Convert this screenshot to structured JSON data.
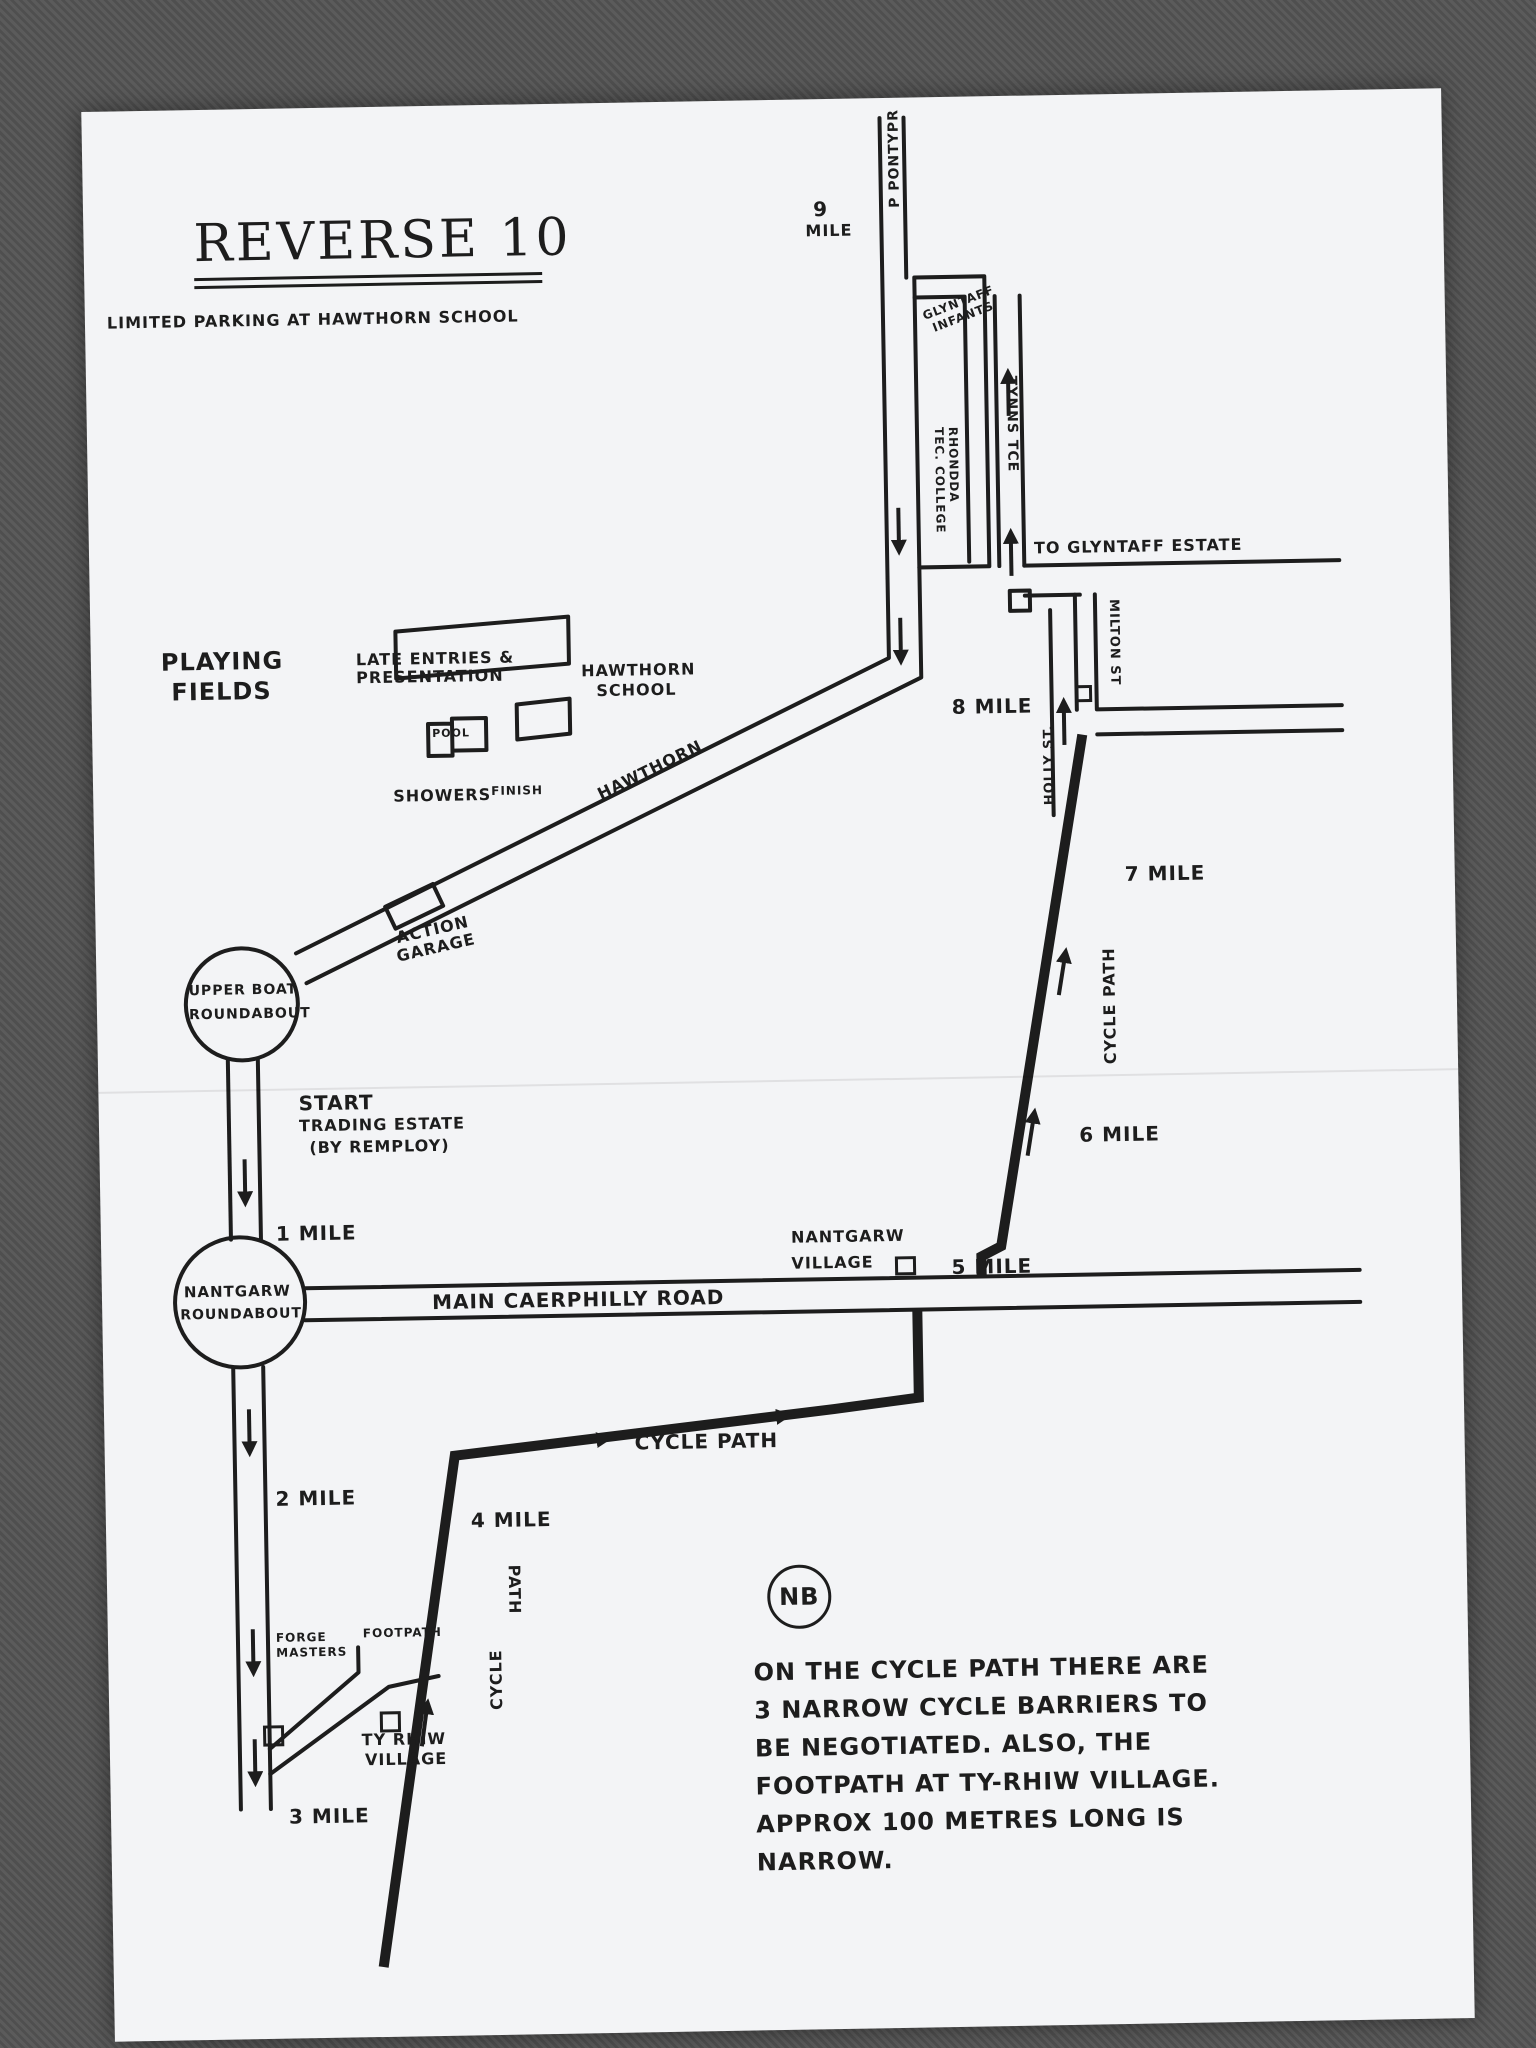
{
  "title": "Reverse 10",
  "subtitle": "Limited parking at Hawthorn School",
  "places": {
    "playing_fields_1": "Playing",
    "playing_fields_2": "Fields",
    "late_entries_1": "Late Entries &",
    "late_entries_2": "Presentation",
    "pool": "Pool",
    "showers": "Showers",
    "finish": "Finish",
    "hawthorn_school_1": "Hawthorn",
    "hawthorn_school_2": "School",
    "hawthorn_road": "Hawthorn",
    "action_garage_1": "Action",
    "action_garage_2": "Garage",
    "upper_boat_1": "Upper Boat",
    "upper_boat_2": "Roundabout",
    "start": "Start",
    "trading_estate": "Trading Estate",
    "by_remploy": "(By Remploy)",
    "nantgarw_rb_1": "Nantgarw",
    "nantgarw_rb_2": "Roundabout",
    "main_road": "Main Caerphilly Road",
    "nantgarw_village_1": "Nantgarw",
    "nantgarw_village_2": "Village",
    "cycle_path_upper": "Cycle Path",
    "cycle_path_mid": "Cycle Path",
    "cycle_path_lower_1": "Cycle",
    "cycle_path_lower_2": "Path",
    "forge_masters_1": "Forge",
    "forge_masters_2": "Masters",
    "footpath": "Footpath",
    "ty_rhiw_1": "Ty Rhiw",
    "ty_rhiw_2": "Village",
    "pontypridd": "P Pontypr",
    "glyntaff_infants_1": "Glyntaff",
    "glyntaff_infants_2": "Infants",
    "rhondda_college_1": "Rhondda",
    "rhondda_college_2": "Tec. College",
    "tynns_tce": "Tynns Tce",
    "to_glyntaff": "To Glyntaff Estate",
    "milton_st": "Milton St",
    "holly_st": "Holly St."
  },
  "miles": {
    "m1": "1 Mile",
    "m2": "2 Mile",
    "m3": "3 Mile",
    "m4": "4 Mile",
    "m5": "5 Mile",
    "m6": "6 Mile",
    "m7": "7 Mile",
    "m8": "8 Mile",
    "m9_num": "9",
    "m9_word": "Mile"
  },
  "note": {
    "badge": "NB",
    "line1": "On the cycle path there are",
    "line2": "3 narrow cycle barriers to",
    "line3": "be negotiated. Also, the",
    "line4": "footpath at Ty-Rhiw village.",
    "line5": "Approx 100 metres long is",
    "line6": "narrow."
  }
}
